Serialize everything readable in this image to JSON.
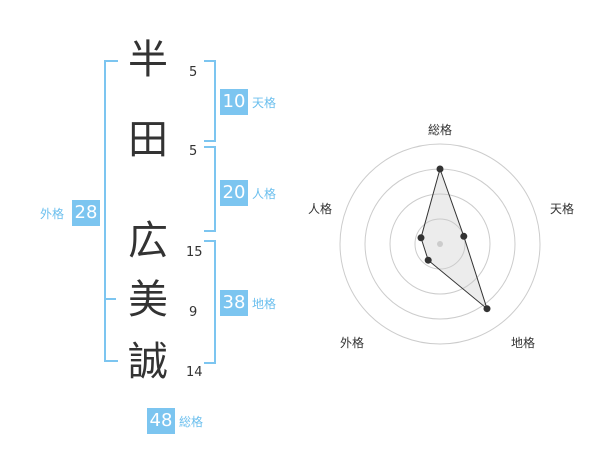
{
  "name_chars": [
    {
      "char": "半",
      "strokes": "5"
    },
    {
      "char": "田",
      "strokes": "5"
    },
    {
      "char": "広",
      "strokes": "15"
    },
    {
      "char": "美",
      "strokes": "9"
    },
    {
      "char": "誠",
      "strokes": "14"
    }
  ],
  "fortune": {
    "tenkaku": {
      "value": "10",
      "label": "天格"
    },
    "jinkaku": {
      "value": "20",
      "label": "人格"
    },
    "chikaku": {
      "value": "38",
      "label": "地格"
    },
    "gaikaku": {
      "value": "28",
      "label": "外格"
    },
    "soukaku": {
      "value": "48",
      "label": "総格"
    }
  },
  "chart_data": {
    "type": "radar",
    "axes": [
      "総格",
      "天格",
      "地格",
      "外格",
      "人格"
    ],
    "values": [
      0.75,
      0.25,
      0.8,
      0.2,
      0.2
    ],
    "max": 1.0,
    "rings": 4
  }
}
